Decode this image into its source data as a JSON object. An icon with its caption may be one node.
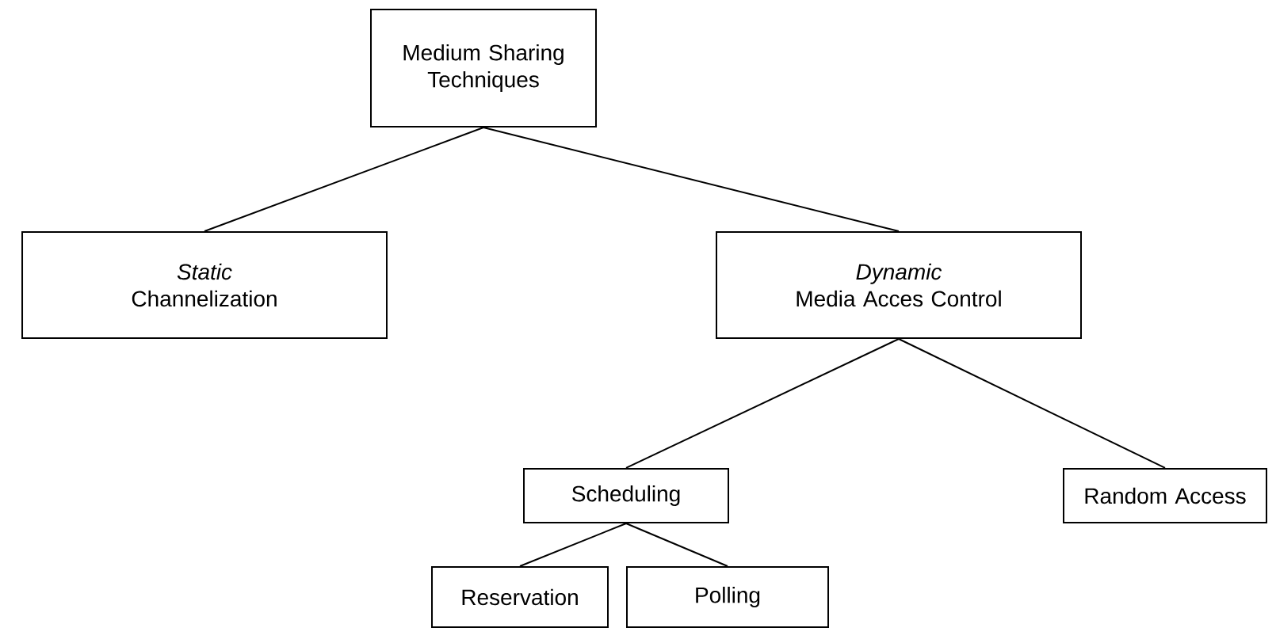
{
  "diagram": {
    "nodes": [
      {
        "text": [
          "Medium Sharing Techniques"
        ]
      },
      {
        "text": [
          "Static",
          "Channelization"
        ]
      },
      {
        "text": [
          "Dynamic",
          "Media Acces Control"
        ]
      },
      {
        "text": [
          "Scheduling"
        ]
      },
      {
        "text": [
          "Random Access"
        ]
      },
      {
        "text": [
          "Reservation"
        ]
      },
      {
        "text": [
          "Polling"
        ]
      }
    ],
    "edges": [
      {
        "from": 0,
        "to": 1,
        "arrow": "none"
      },
      {
        "from": 0,
        "to": 2,
        "arrow": "none"
      },
      {
        "from": 2,
        "to": 3,
        "arrow": "none"
      },
      {
        "from": 2,
        "to": 4,
        "arrow": "none"
      },
      {
        "from": 3,
        "to": 5,
        "arrow": "none"
      },
      {
        "from": 3,
        "to": 6,
        "arrow": "none"
      }
    ]
  }
}
